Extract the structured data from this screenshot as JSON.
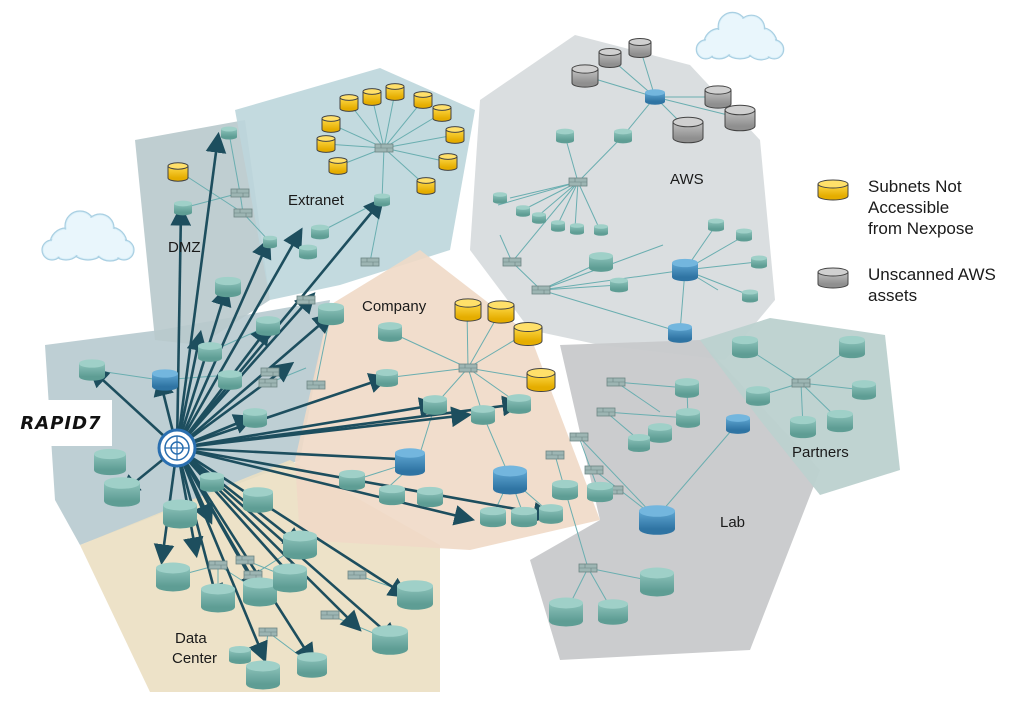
{
  "zones": [
    {
      "id": "dmz",
      "label": "DMZ",
      "color": "#b8c9cc"
    },
    {
      "id": "extranet",
      "label": "Extranet",
      "color": "#bcd6dc"
    },
    {
      "id": "aws",
      "label": "AWS",
      "color": "#d8dcde"
    },
    {
      "id": "company",
      "label": "Company",
      "color": "#efd9c6"
    },
    {
      "id": "lab",
      "label": "Lab",
      "color": "#c8c9cb"
    },
    {
      "id": "partners",
      "label": "Partners",
      "color": "#bcd1cf"
    },
    {
      "id": "datacenter",
      "label": "Data\nCenter",
      "color": "#ebdfc2"
    },
    {
      "id": "internal",
      "label": "",
      "color": "#b3c7cc"
    }
  ],
  "legend": [
    {
      "icon": "yellow-database-icon",
      "color": "#f2c215",
      "text": "Subnets Not\nAccessible\nfrom Nexpose"
    },
    {
      "icon": "gray-database-icon",
      "color": "#a7a7a7",
      "text": "Unscanned AWS\nassets"
    }
  ],
  "logo": {
    "text": "RAPID7"
  },
  "colors": {
    "asset": "#6fa9a1",
    "asset_blue": "#3f86b7",
    "edge": "#6aaeb0",
    "arrow": "#1d4e5e",
    "firewall": "#8aa5a4",
    "subnet_yellow": "#f2c215",
    "aws_gray": "#a7a7a7"
  }
}
